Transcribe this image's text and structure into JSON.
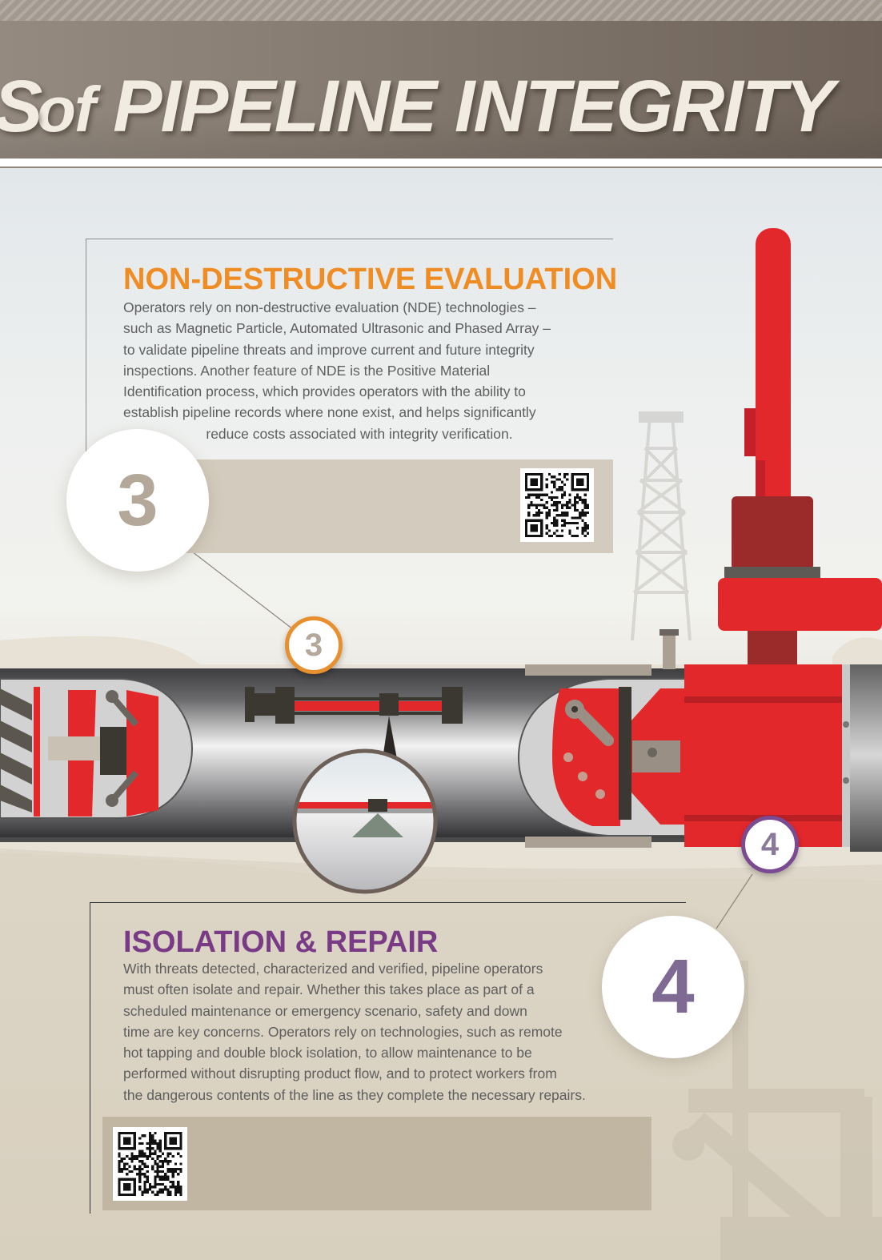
{
  "header": {
    "title_prefix": "of",
    "title_main": "PIPELINE INTEGRITY",
    "title_cutoff": "S"
  },
  "section3": {
    "number": "3",
    "badge": "3",
    "heading": "NON-DESTRUCTIVE EVALUATION",
    "lines": [
      "Operators rely on non-destructive evaluation (NDE) technologies –",
      "such as Magnetic Particle, Automated Ultrasonic and Phased Array –",
      "to validate pipeline threats and improve current and future integrity",
      "inspections. Another feature of NDE is the Positive Material",
      "Identification process, which provides operators with the ability to",
      "establish pipeline records where none exist, and helps significantly",
      "reduce costs associated with integrity verification."
    ],
    "accent_color": "#f08c24"
  },
  "section4": {
    "number": "4",
    "badge": "4",
    "heading": "ISOLATION & REPAIR",
    "lines": [
      "With threats detected, characterized and verified, pipeline operators",
      "must often isolate and repair. Whether this takes place as part of a",
      "scheduled maintenance or emergency scenario, safety and down",
      "time are key concerns. Operators rely on technologies, such as remote",
      "hot tapping and double block isolation, to allow maintenance to be",
      "performed without disrupting product flow, and to protect workers from",
      "the dangerous contents of the line as they complete the necessary repairs."
    ],
    "accent_color": "#7a3b86"
  },
  "icons": {
    "qr_top": "qr-code-icon",
    "qr_bottom": "qr-code-icon",
    "derrick": "oil-derrick-icon",
    "pumpjack": "pumpjack-icon",
    "valve": "valve-icon",
    "magnifier": "magnifier-icon"
  },
  "colors": {
    "header_bg": "#857a70",
    "pipe_red": "#e3282c",
    "band_tan": "#d3cbbd"
  }
}
